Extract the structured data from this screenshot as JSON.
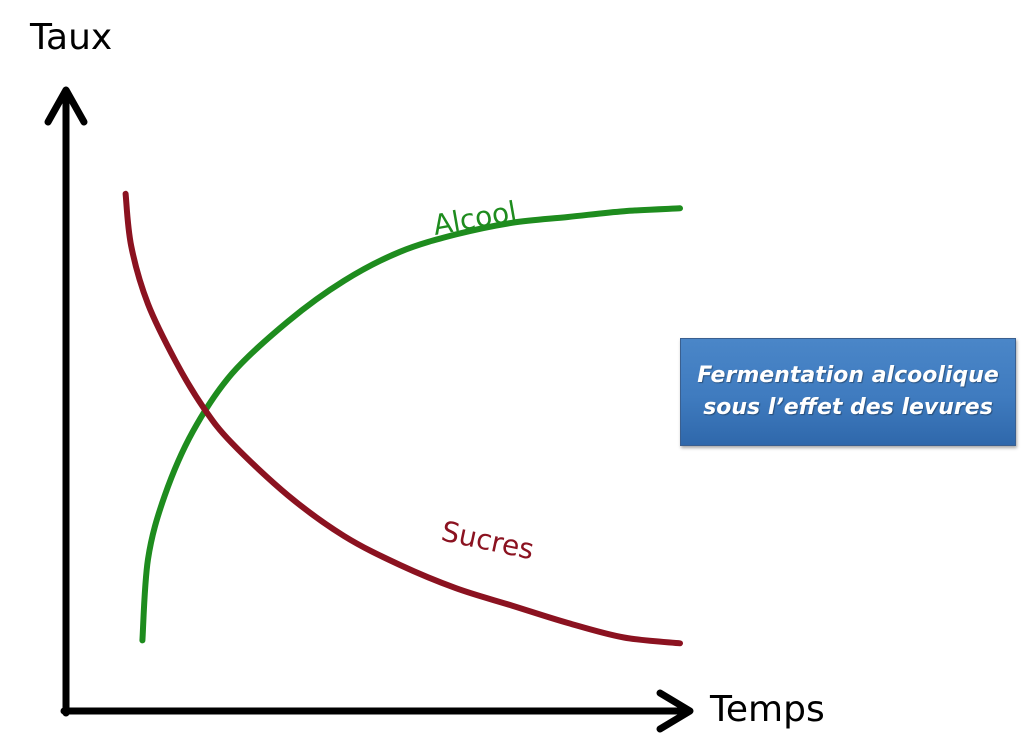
{
  "chart_data": {
    "type": "line",
    "xlabel": "Temps",
    "ylabel": "Taux",
    "xlim": [
      0,
      10
    ],
    "ylim": [
      0,
      10
    ],
    "grid": false,
    "series": [
      {
        "name": "Alcool",
        "color": "#1e8c1e",
        "x": [
          0.4,
          0.5,
          0.8,
          1.3,
          2.0,
          3.0,
          4.0,
          5.0,
          6.0,
          7.0,
          8.0,
          9.0,
          10.0
        ],
        "y": [
          1.2,
          2.6,
          3.7,
          4.8,
          5.8,
          6.7,
          7.4,
          7.9,
          8.2,
          8.4,
          8.5,
          8.6,
          8.65
        ]
      },
      {
        "name": "Sucres",
        "color": "#8b1220",
        "x": [
          0.1,
          0.2,
          0.5,
          1.0,
          1.5,
          2.0,
          3.0,
          4.0,
          5.0,
          6.0,
          7.0,
          8.0,
          9.0,
          10.0
        ],
        "y": [
          8.9,
          8.0,
          7.0,
          6.0,
          5.2,
          4.6,
          3.7,
          3.0,
          2.5,
          2.1,
          1.8,
          1.5,
          1.25,
          1.15
        ]
      }
    ]
  },
  "callout": {
    "line1": "Fermentation alcoolique",
    "line2": "sous l’effet des levures"
  }
}
